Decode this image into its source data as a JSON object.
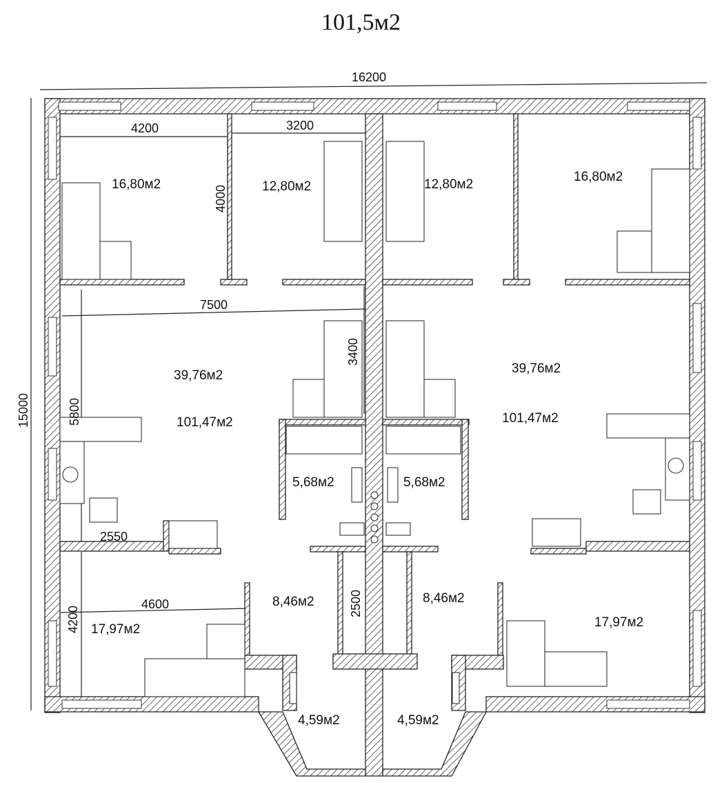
{
  "title": "101,5м2",
  "dimensions": {
    "total_width": "16200",
    "total_height": "15000",
    "bedroom_left_width": "4200",
    "bedroom_mid_width": "3200",
    "bedroom_depth": "4000",
    "living_width": "7500",
    "living_depth": "5800",
    "corridor_depth": "3400",
    "kitchen_width": "2550",
    "lower_bedroom_width": "4600",
    "lower_bedroom_depth": "4200",
    "hall_depth": "2500"
  },
  "rooms": {
    "bedroom_tl": "16,80м2",
    "bedroom_tm": "12,80м2",
    "bedroom_tm2": "12,80м2",
    "bedroom_tr": "16,80м2",
    "living_left": "39,76м2",
    "living_right": "39,76м2",
    "unit_total_left": "101,47м2",
    "unit_total_right": "101,47м2",
    "bath_left": "5,68м2",
    "bath_right": "5,68м2",
    "hall_left": "8,46м2",
    "hall_right": "8,46м2",
    "bedroom_bl": "17,97м2",
    "bedroom_br": "17,97м2",
    "vestibule_left": "4,59м2",
    "vestibule_right": "4,59м2"
  }
}
